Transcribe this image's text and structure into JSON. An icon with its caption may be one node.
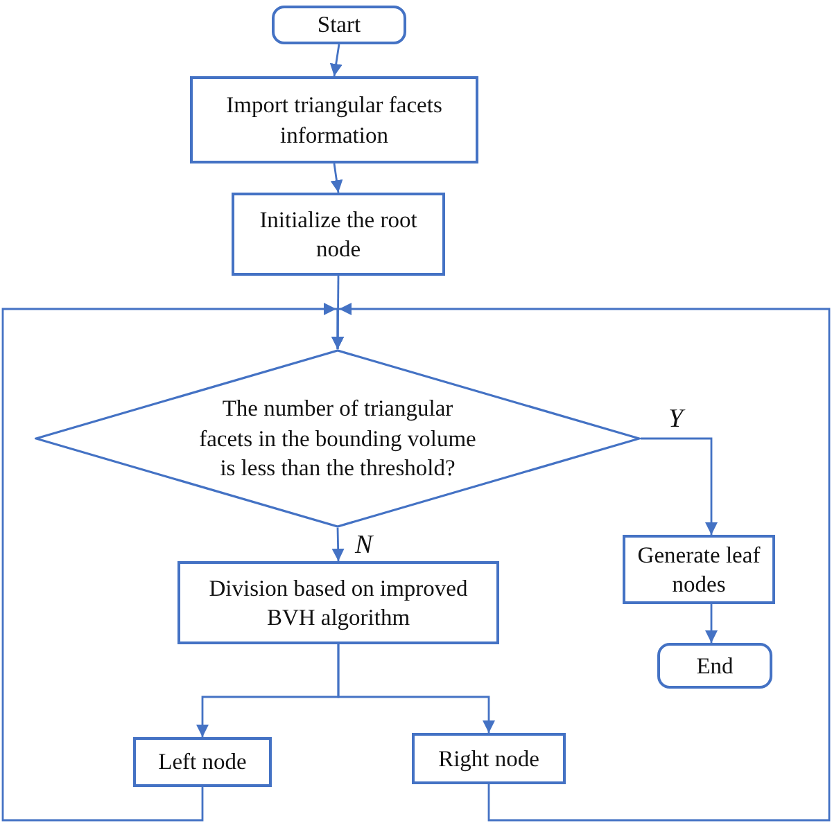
{
  "diagram": {
    "nodes": [
      {
        "text": [
          "Start"
        ]
      },
      {
        "text": [
          "Import triangular facets information"
        ]
      },
      {
        "text": [
          "Initialize the root node"
        ]
      },
      {
        "text": [
          "The number of triangular facets in the bounding volume is less than the threshold?"
        ]
      },
      {
        "text": [
          "Generate leaf nodes"
        ]
      },
      {
        "text": [
          "End"
        ]
      },
      {
        "text": [
          "Division based on improved BVH algorithm"
        ]
      },
      {
        "text": [
          "Left node"
        ]
      },
      {
        "text": [
          "Right node"
        ]
      }
    ],
    "edges": [
      {
        "from": 0,
        "to": 1,
        "arrow": "to"
      },
      {
        "from": 1,
        "to": 2,
        "arrow": "to"
      },
      {
        "from": 2,
        "to": 3,
        "arrow": "to"
      },
      {
        "from": 3,
        "to": 4,
        "arrow": "to",
        "label": "Y"
      },
      {
        "from": 4,
        "to": 5,
        "arrow": "to"
      },
      {
        "from": 3,
        "to": 6,
        "arrow": "to",
        "label": "N"
      },
      {
        "from": 6,
        "to": 7,
        "arrow": "to"
      },
      {
        "from": 6,
        "to": 8,
        "arrow": "to"
      },
      {
        "from": 7,
        "to": 3,
        "arrow": "to"
      },
      {
        "from": 8,
        "to": 3,
        "arrow": "to"
      }
    ]
  }
}
